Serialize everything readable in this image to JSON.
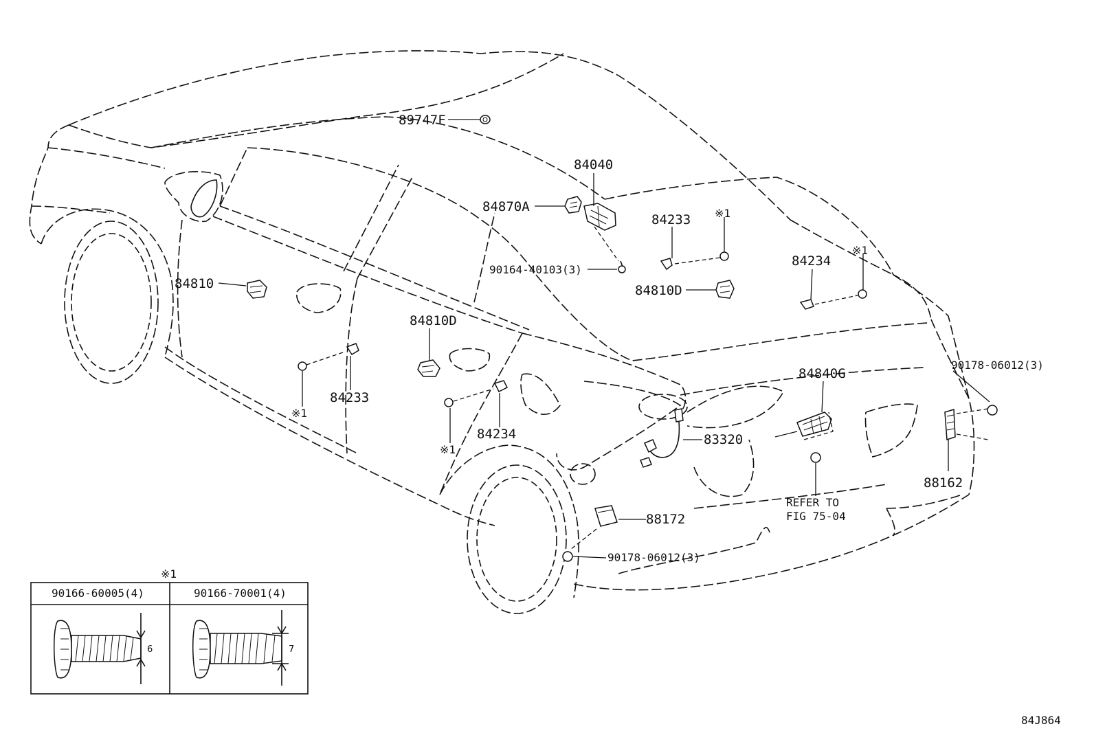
{
  "parts": {
    "p89747f": "89747F",
    "p84040": "84040",
    "p84870a": "84870A",
    "p84233_top": "84233",
    "p_note1_a": "※1",
    "p90164": "90164-40103(3)",
    "p84234_top": "84234",
    "p_note1_b": "※1",
    "p84810": "84810",
    "p84810d_top": "84810D",
    "p84810d_mid": "84810D",
    "p84233_left": "84233",
    "p_note1_c": "※1",
    "p84234_left": "84234",
    "p_note1_d": "※1",
    "p84840g": "84840G",
    "p90178_right": "90178-06012(3)",
    "p83320": "83320",
    "p88162": "88162",
    "p88172": "88172",
    "p90178_bottom": "90178-06012(3)",
    "refer_line1": "REFER TO",
    "refer_line2": "FIG 75-04"
  },
  "inset": {
    "note": "※1",
    "col1_header": "90166-60005(4)",
    "col2_header": "90166-70001(4)",
    "col1_dim": "6",
    "col2_dim": "7"
  },
  "figure_code": "84J864"
}
